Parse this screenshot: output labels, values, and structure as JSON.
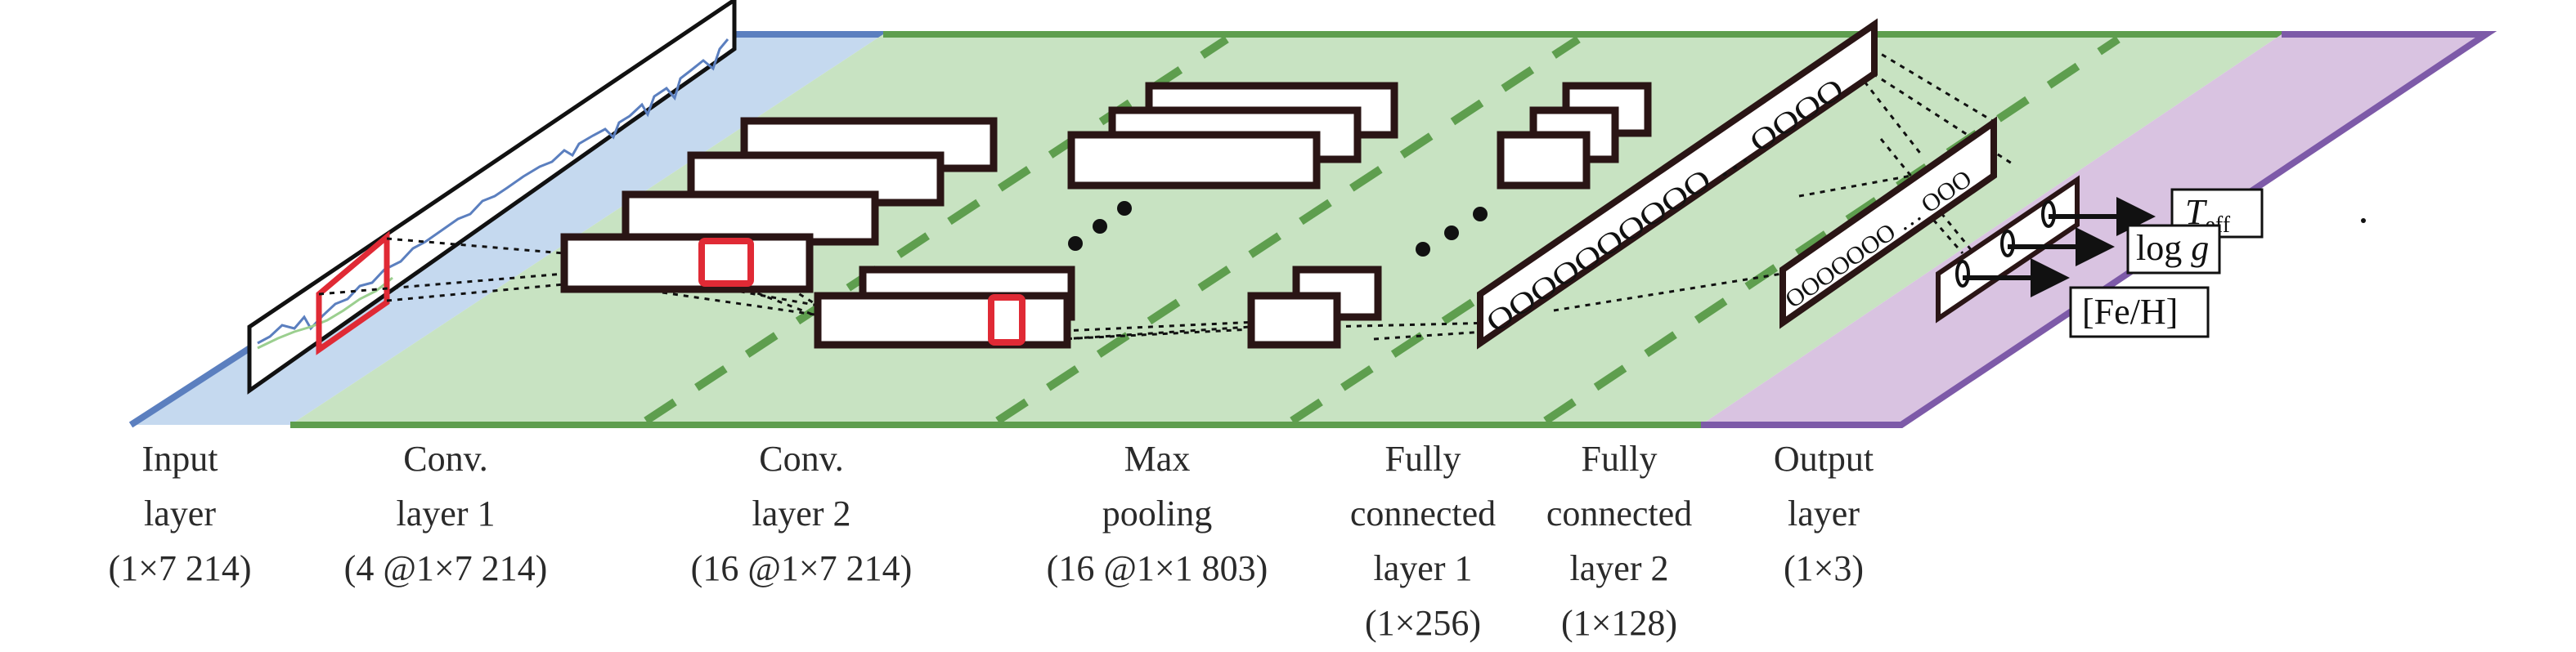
{
  "layers": [
    {
      "id": "input",
      "lines": [
        "Input",
        "layer",
        "(1×7 214)"
      ]
    },
    {
      "id": "conv1",
      "lines": [
        "Conv.",
        "layer 1",
        "(4 @1×7 214)"
      ]
    },
    {
      "id": "conv2",
      "lines": [
        "Conv.",
        "layer 2",
        "(16 @1×7 214)"
      ]
    },
    {
      "id": "pool",
      "lines": [
        "Max",
        "pooling",
        "(16 @1×1 803)"
      ]
    },
    {
      "id": "fc1",
      "lines": [
        "Fully",
        "connected",
        "layer 1",
        "(1×256)"
      ]
    },
    {
      "id": "fc2",
      "lines": [
        "Fully",
        "connected",
        "layer 2",
        "(1×128)"
      ]
    },
    {
      "id": "output",
      "lines": [
        "Output",
        "layer",
        "(1×3)"
      ]
    }
  ],
  "outputs": {
    "teff_main": "T",
    "teff_sub": "eff",
    "logg_main": "log ",
    "logg_italic": "g",
    "feh": "[Fe/H]"
  },
  "nodes": {
    "fc1": "OOOOOOOOOO … OOOO",
    "fc2": "OOOOOOO … OOO"
  },
  "colors": {
    "input_plane": "#c5d9ef",
    "input_edge": "#5b7fbf",
    "hidden_plane": "#c8e3c2",
    "hidden_edge": "#5e9e4e",
    "output_plane": "#d9c3e1",
    "output_edge": "#7d5aa8",
    "highlight": "#e02a35",
    "box_stroke": "#2a1515"
  }
}
